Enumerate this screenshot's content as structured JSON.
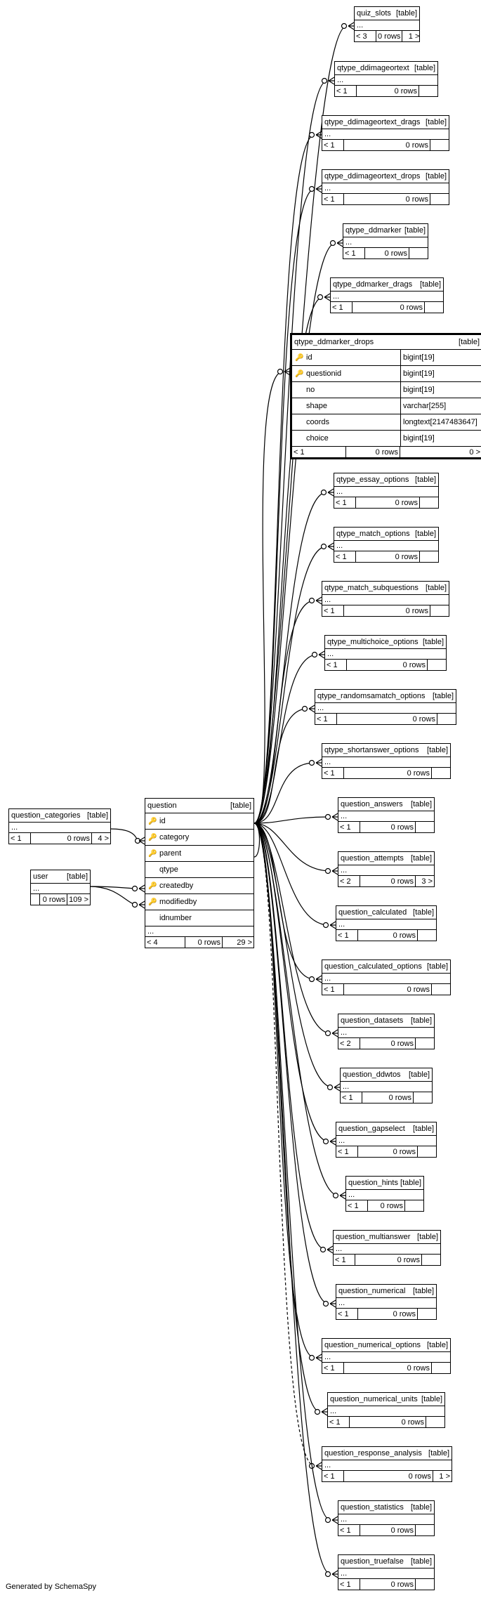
{
  "generated_by": "Generated by SchemaSpy",
  "central": {
    "name": "question",
    "type": "[table]",
    "columns": [
      {
        "name": "id",
        "key": "pk"
      },
      {
        "name": "category",
        "key": "fk"
      },
      {
        "name": "parent",
        "key": "fk"
      },
      {
        "name": "qtype",
        "key": ""
      },
      {
        "name": "createdby",
        "key": "fk"
      },
      {
        "name": "modifiedby",
        "key": "fk"
      },
      {
        "name": "idnumber",
        "key": ""
      }
    ],
    "ellipsis": "...",
    "left": "< 4",
    "rows": "0 rows",
    "right": "29 >"
  },
  "focus": {
    "name": "qtype_ddmarker_drops",
    "type": "[table]",
    "columns": [
      {
        "name": "id",
        "type": "bigint[19]",
        "key": "pk"
      },
      {
        "name": "questionid",
        "type": "bigint[19]",
        "key": "fk"
      },
      {
        "name": "no",
        "type": "bigint[19]",
        "key": ""
      },
      {
        "name": "shape",
        "type": "varchar[255]",
        "key": ""
      },
      {
        "name": "coords",
        "type": "longtext[2147483647]",
        "key": ""
      },
      {
        "name": "choice",
        "type": "bigint[19]",
        "key": ""
      }
    ],
    "left": "< 1",
    "rows": "0 rows",
    "right": "0 >"
  },
  "parents": [
    {
      "name": "question_categories",
      "type": "[table]",
      "ellipsis": "...",
      "left": "< 1",
      "rows": "0 rows",
      "right": "4 >"
    },
    {
      "name": "user",
      "type": "[table]",
      "ellipsis": "...",
      "left": "",
      "rows": "0 rows",
      "right": "109 >"
    }
  ],
  "children": [
    {
      "name": "quiz_slots",
      "type": "[table]",
      "ellipsis": "...",
      "left": "< 3",
      "rows": "0 rows",
      "right": "1 >"
    },
    {
      "name": "qtype_ddimageortext",
      "type": "[table]",
      "ellipsis": "...",
      "left": "< 1",
      "rows": "0 rows",
      "right": ""
    },
    {
      "name": "qtype_ddimageortext_drags",
      "type": "[table]",
      "ellipsis": "...",
      "left": "< 1",
      "rows": "0 rows",
      "right": ""
    },
    {
      "name": "qtype_ddimageortext_drops",
      "type": "[table]",
      "ellipsis": "...",
      "left": "< 1",
      "rows": "0 rows",
      "right": ""
    },
    {
      "name": "qtype_ddmarker",
      "type": "[table]",
      "ellipsis": "...",
      "left": "< 1",
      "rows": "0 rows",
      "right": ""
    },
    {
      "name": "qtype_ddmarker_drags",
      "type": "[table]",
      "ellipsis": "...",
      "left": "< 1",
      "rows": "0 rows",
      "right": ""
    },
    {
      "name": "qtype_essay_options",
      "type": "[table]",
      "ellipsis": "...",
      "left": "< 1",
      "rows": "0 rows",
      "right": ""
    },
    {
      "name": "qtype_match_options",
      "type": "[table]",
      "ellipsis": "...",
      "left": "< 1",
      "rows": "0 rows",
      "right": ""
    },
    {
      "name": "qtype_match_subquestions",
      "type": "[table]",
      "ellipsis": "...",
      "left": "< 1",
      "rows": "0 rows",
      "right": ""
    },
    {
      "name": "qtype_multichoice_options",
      "type": "[table]",
      "ellipsis": "...",
      "left": "< 1",
      "rows": "0 rows",
      "right": ""
    },
    {
      "name": "qtype_randomsamatch_options",
      "type": "[table]",
      "ellipsis": "...",
      "left": "< 1",
      "rows": "0 rows",
      "right": ""
    },
    {
      "name": "qtype_shortanswer_options",
      "type": "[table]",
      "ellipsis": "...",
      "left": "< 1",
      "rows": "0 rows",
      "right": ""
    },
    {
      "name": "question_answers",
      "type": "[table]",
      "ellipsis": "...",
      "left": "< 1",
      "rows": "0 rows",
      "right": ""
    },
    {
      "name": "question_attempts",
      "type": "[table]",
      "ellipsis": "...",
      "left": "< 2",
      "rows": "0 rows",
      "right": "3 >"
    },
    {
      "name": "question_calculated",
      "type": "[table]",
      "ellipsis": "...",
      "left": "< 1",
      "rows": "0 rows",
      "right": ""
    },
    {
      "name": "question_calculated_options",
      "type": "[table]",
      "ellipsis": "...",
      "left": "< 1",
      "rows": "0 rows",
      "right": ""
    },
    {
      "name": "question_datasets",
      "type": "[table]",
      "ellipsis": "...",
      "left": "< 2",
      "rows": "0 rows",
      "right": ""
    },
    {
      "name": "question_ddwtos",
      "type": "[table]",
      "ellipsis": "...",
      "left": "< 1",
      "rows": "0 rows",
      "right": ""
    },
    {
      "name": "question_gapselect",
      "type": "[table]",
      "ellipsis": "...",
      "left": "< 1",
      "rows": "0 rows",
      "right": ""
    },
    {
      "name": "question_hints",
      "type": "[table]",
      "ellipsis": "...",
      "left": "< 1",
      "rows": "0 rows",
      "right": ""
    },
    {
      "name": "question_multianswer",
      "type": "[table]",
      "ellipsis": "...",
      "left": "< 1",
      "rows": "0 rows",
      "right": ""
    },
    {
      "name": "question_numerical",
      "type": "[table]",
      "ellipsis": "...",
      "left": "< 1",
      "rows": "0 rows",
      "right": ""
    },
    {
      "name": "question_numerical_options",
      "type": "[table]",
      "ellipsis": "...",
      "left": "< 1",
      "rows": "0 rows",
      "right": ""
    },
    {
      "name": "question_numerical_units",
      "type": "[table]",
      "ellipsis": "...",
      "left": "< 1",
      "rows": "0 rows",
      "right": ""
    },
    {
      "name": "question_response_analysis",
      "type": "[table]",
      "ellipsis": "...",
      "left": "< 1",
      "rows": "0 rows",
      "right": "1 >"
    },
    {
      "name": "question_statistics",
      "type": "[table]",
      "ellipsis": "...",
      "left": "< 1",
      "rows": "0 rows",
      "right": ""
    },
    {
      "name": "question_truefalse",
      "type": "[table]",
      "ellipsis": "...",
      "left": "< 1",
      "rows": "0 rows",
      "right": ""
    }
  ]
}
